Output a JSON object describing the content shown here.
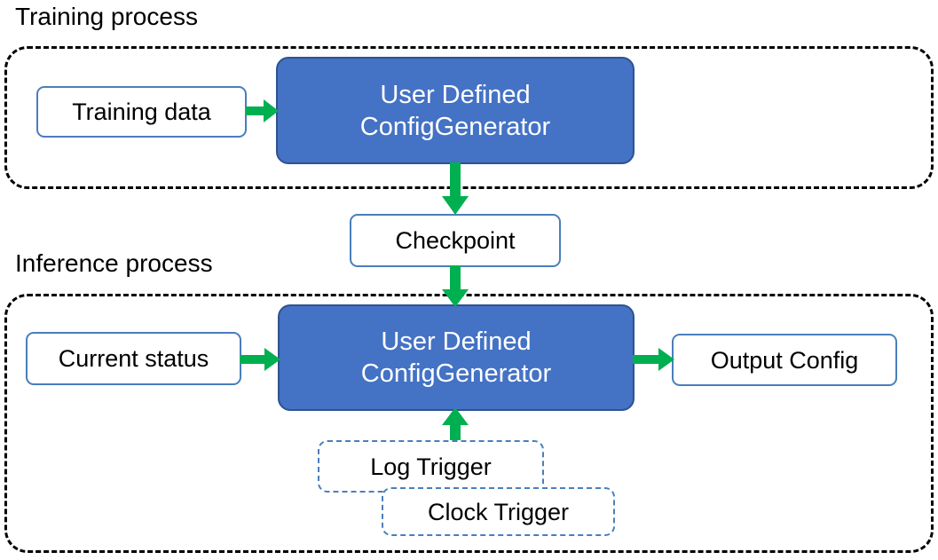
{
  "diagram": {
    "title_training": "Training process",
    "title_inference": "Inference process",
    "colors": {
      "primary_fill": "#4472C4",
      "primary_border": "#2F528F",
      "node_border": "#4A7EBB",
      "arrow": "#00B050",
      "container_border": "#000000",
      "text_dark": "#000000",
      "text_light": "#FFFFFF"
    }
  },
  "training": {
    "container_label": "Training process",
    "nodes": {
      "training_data": "Training data",
      "generator_line1": "User Defined",
      "generator_line2": "ConfigGenerator"
    }
  },
  "bridge": {
    "checkpoint": "Checkpoint"
  },
  "inference": {
    "container_label": "Inference process",
    "nodes": {
      "current_status": "Current status",
      "generator_line1": "User Defined",
      "generator_line2": "ConfigGenerator",
      "output_config": "Output Config",
      "log_trigger": "Log Trigger",
      "clock_trigger": "Clock Trigger"
    }
  },
  "arrows": [
    {
      "name": "training-data-to-generator",
      "from": "Training data",
      "to": "User Defined ConfigGenerator",
      "direction": "right"
    },
    {
      "name": "generator-to-checkpoint",
      "from": "User Defined ConfigGenerator",
      "to": "Checkpoint",
      "direction": "down"
    },
    {
      "name": "checkpoint-to-generator",
      "from": "Checkpoint",
      "to": "User Defined ConfigGenerator",
      "direction": "down"
    },
    {
      "name": "current-status-to-generator",
      "from": "Current status",
      "to": "User Defined ConfigGenerator",
      "direction": "right"
    },
    {
      "name": "generator-to-output-config",
      "from": "User Defined ConfigGenerator",
      "to": "Output Config",
      "direction": "right"
    },
    {
      "name": "triggers-to-generator",
      "from": "Log Trigger / Clock Trigger",
      "to": "User Defined ConfigGenerator",
      "direction": "up"
    }
  ]
}
